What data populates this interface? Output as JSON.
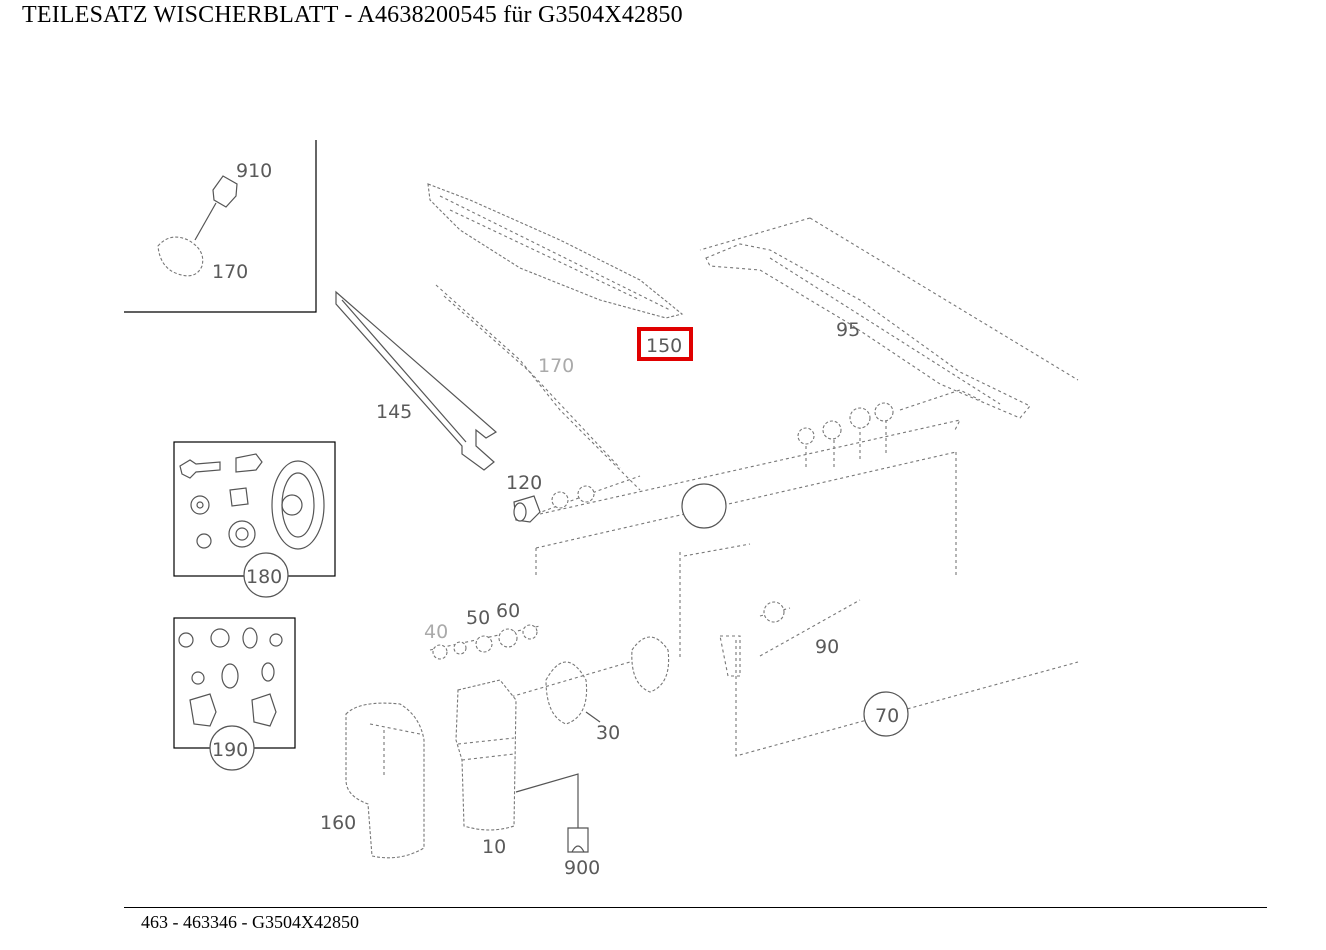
{
  "header": {
    "title": "TEILESATZ WISCHERBLATT  - A4638200545 für G3504X42850"
  },
  "footer": {
    "text": "463 - 463346 - G3504X42850"
  },
  "diagram": {
    "callouts": {
      "c910": "910",
      "c170": "170",
      "c145": "145",
      "c150": "150",
      "c95": "95",
      "c120": "120",
      "c180": "180",
      "c190": "190",
      "c50": "50",
      "c60": "60",
      "c40": "40",
      "c30": "30",
      "c90": "90",
      "c70": "70",
      "c160": "160",
      "c10": "10",
      "c900": "900"
    },
    "highlighted_callout": "150",
    "highlight_color": "#e00000"
  }
}
